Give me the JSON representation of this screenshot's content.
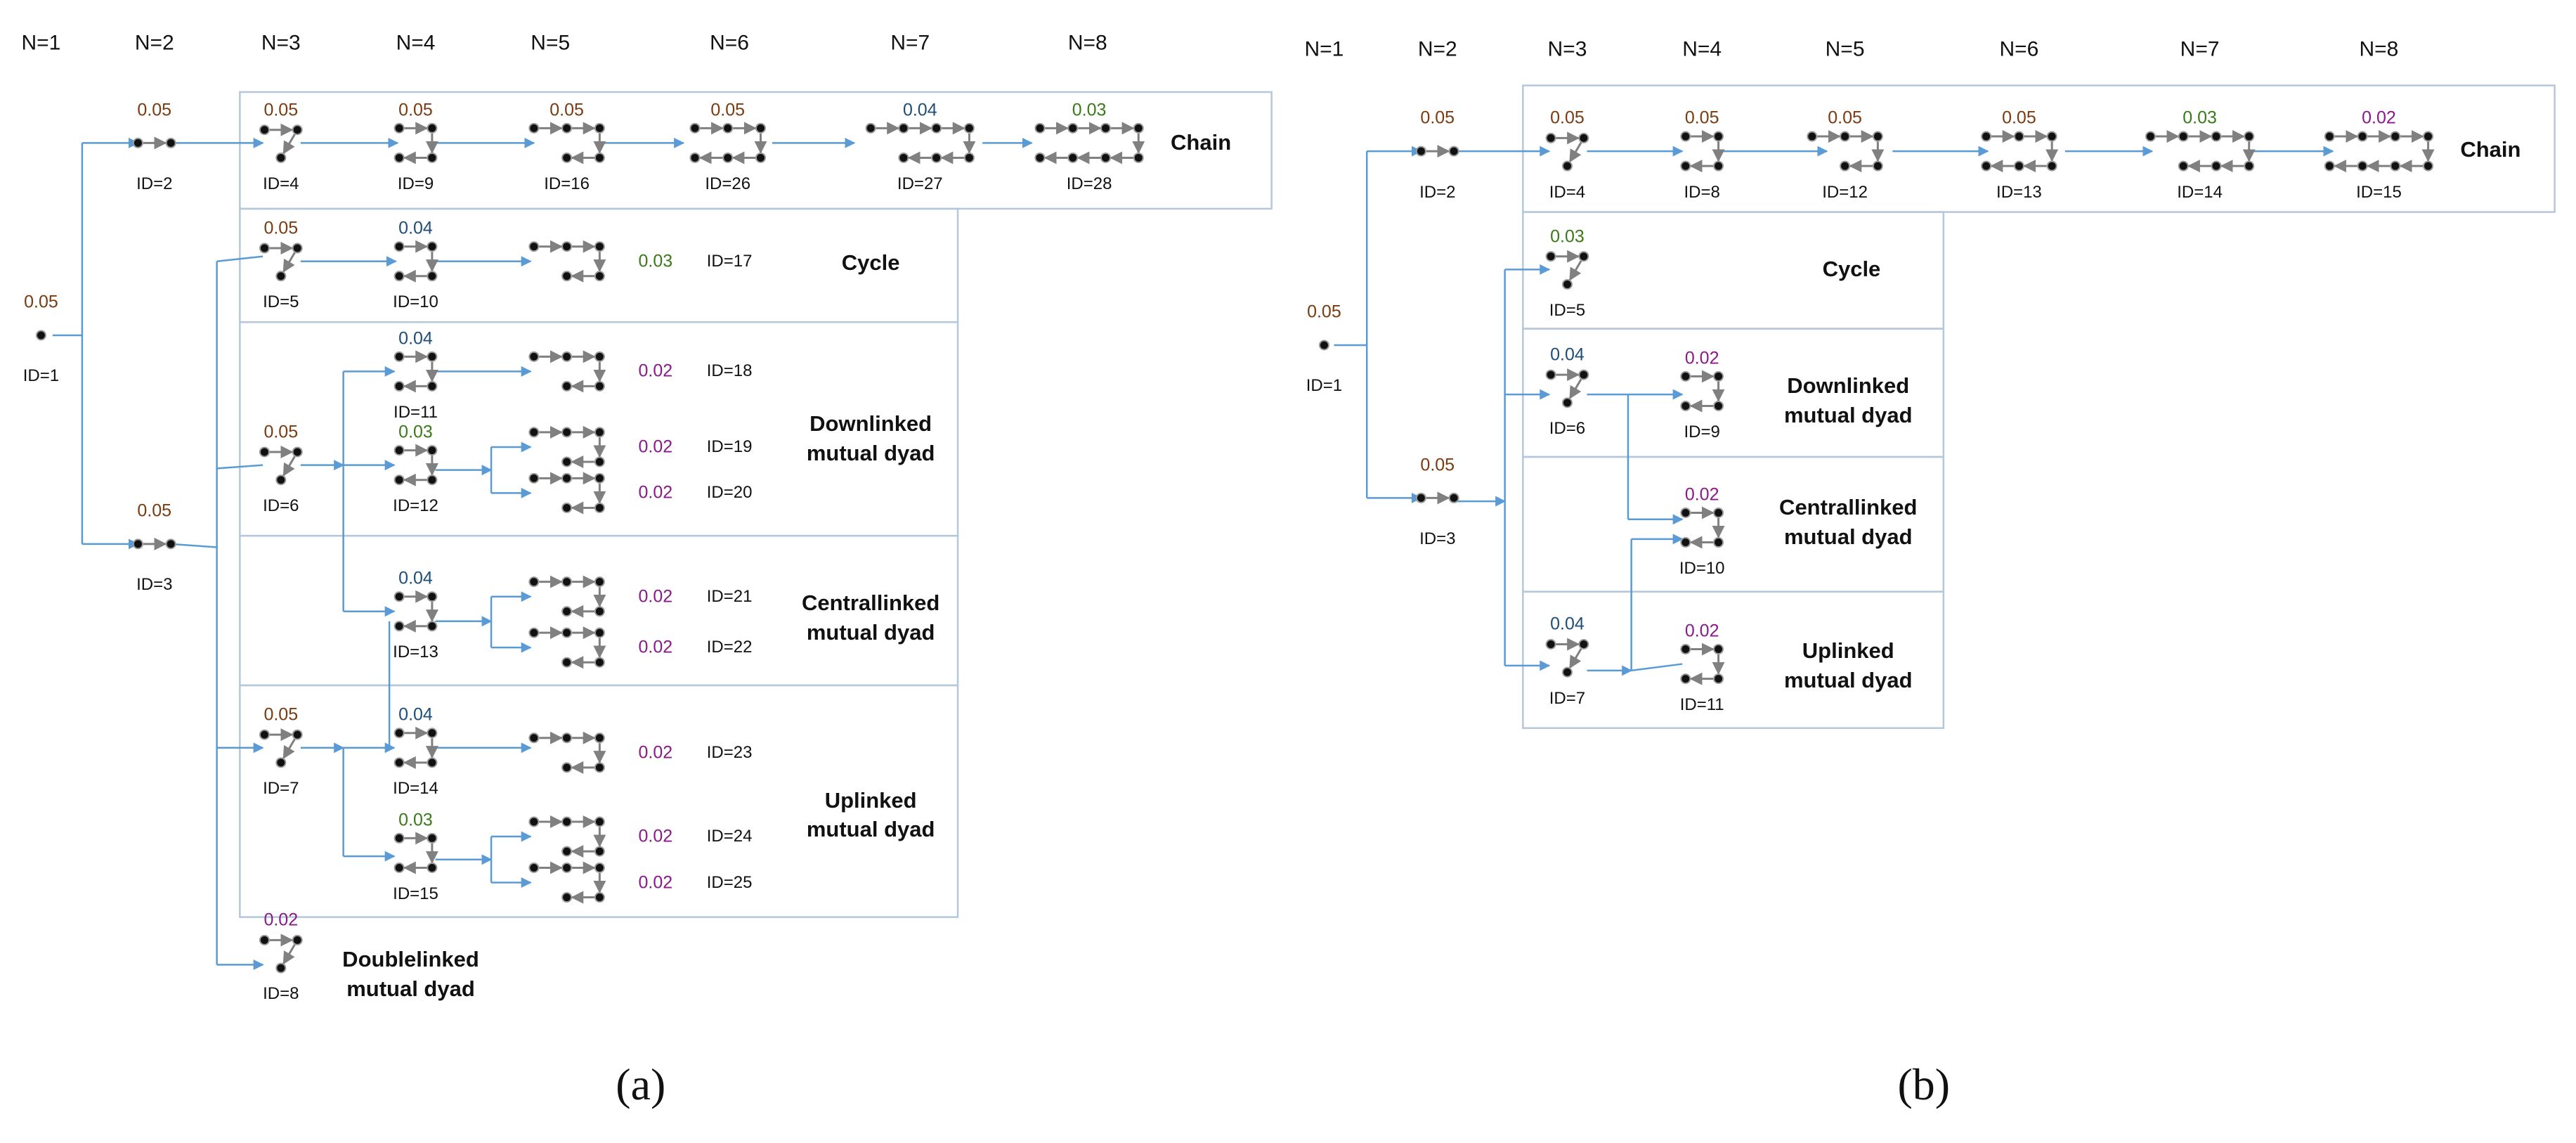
{
  "colors": {
    "v005": "#7a3b10",
    "v004": "#1f4e79",
    "v003": "#3a7a1a",
    "v002": "#8a1a8a",
    "arrow": "#5b9bd5",
    "box": "#b4c7dc",
    "edge": "#808080",
    "node": "#111111"
  },
  "panels": [
    {
      "key": "a",
      "sublabel": "(a)",
      "headers": [
        "N=1",
        "N=2",
        "N=3",
        "N=4",
        "N=5",
        "N=6",
        "N=7",
        "N=8"
      ],
      "nodes": [
        {
          "id": "ID=1",
          "value": "0.05",
          "color": "v005",
          "dots": 1
        },
        {
          "id": "ID=2",
          "value": "0.05",
          "color": "v005",
          "dots": 2
        },
        {
          "id": "ID=3",
          "value": "0.05",
          "color": "v005",
          "dots": 2
        },
        {
          "id": "ID=4",
          "value": "0.05",
          "color": "v005",
          "dots": 3
        },
        {
          "id": "ID=9",
          "value": "0.05",
          "color": "v005",
          "dots": 4
        },
        {
          "id": "ID=16",
          "value": "0.05",
          "color": "v005",
          "dots": 5
        },
        {
          "id": "ID=26",
          "value": "0.05",
          "color": "v005",
          "dots": 6
        },
        {
          "id": "ID=27",
          "value": "0.04",
          "color": "v004",
          "dots": 7
        },
        {
          "id": "ID=28",
          "value": "0.03",
          "color": "v003",
          "dots": 8
        },
        {
          "id": "ID=5",
          "value": "0.05",
          "color": "v005",
          "dots": 3
        },
        {
          "id": "ID=10",
          "value": "0.04",
          "color": "v004",
          "dots": 4
        },
        {
          "id": "ID=17",
          "value": "0.03",
          "color": "v003",
          "dots": 5
        },
        {
          "id": "ID=6",
          "value": "0.05",
          "color": "v005",
          "dots": 3
        },
        {
          "id": "ID=11",
          "value": "0.04",
          "color": "v004",
          "dots": 4
        },
        {
          "id": "ID=18",
          "value": "0.02",
          "color": "v002",
          "dots": 5
        },
        {
          "id": "ID=12",
          "value": "0.03",
          "color": "v003",
          "dots": 4
        },
        {
          "id": "ID=19",
          "value": "0.02",
          "color": "v002",
          "dots": 5
        },
        {
          "id": "ID=20",
          "value": "0.02",
          "color": "v002",
          "dots": 5
        },
        {
          "id": "ID=13",
          "value": "0.04",
          "color": "v004",
          "dots": 4
        },
        {
          "id": "ID=21",
          "value": "0.02",
          "color": "v002",
          "dots": 5
        },
        {
          "id": "ID=22",
          "value": "0.02",
          "color": "v002",
          "dots": 5
        },
        {
          "id": "ID=7",
          "value": "0.05",
          "color": "v005",
          "dots": 3
        },
        {
          "id": "ID=14",
          "value": "0.04",
          "color": "v004",
          "dots": 4
        },
        {
          "id": "ID=23",
          "value": "0.02",
          "color": "v002",
          "dots": 5
        },
        {
          "id": "ID=15",
          "value": "0.03",
          "color": "v003",
          "dots": 4
        },
        {
          "id": "ID=24",
          "value": "0.02",
          "color": "v002",
          "dots": 5
        },
        {
          "id": "ID=25",
          "value": "0.02",
          "color": "v002",
          "dots": 5
        },
        {
          "id": "ID=8",
          "value": "0.02",
          "color": "v002",
          "dots": 3
        }
      ],
      "groups": [
        "Chain",
        "Cycle",
        "Downlinked\nmutual dyad",
        "Centrallinked\nmutual dyad",
        "Uplinked\nmutual dyad",
        "Doublelinked\nmutual dyad"
      ]
    },
    {
      "key": "b",
      "sublabel": "(b)",
      "headers": [
        "N=1",
        "N=2",
        "N=3",
        "N=4",
        "N=5",
        "N=6",
        "N=7",
        "N=8"
      ],
      "nodes": [
        {
          "id": "ID=1",
          "value": "0.05",
          "color": "v005",
          "dots": 1
        },
        {
          "id": "ID=2",
          "value": "0.05",
          "color": "v005",
          "dots": 2
        },
        {
          "id": "ID=3",
          "value": "0.05",
          "color": "v005",
          "dots": 2
        },
        {
          "id": "ID=4",
          "value": "0.05",
          "color": "v005",
          "dots": 3
        },
        {
          "id": "ID=8",
          "value": "0.05",
          "color": "v005",
          "dots": 4
        },
        {
          "id": "ID=12",
          "value": "0.05",
          "color": "v005",
          "dots": 5
        },
        {
          "id": "ID=13",
          "value": "0.05",
          "color": "v005",
          "dots": 6
        },
        {
          "id": "ID=14",
          "value": "0.03",
          "color": "v003",
          "dots": 7
        },
        {
          "id": "ID=15",
          "value": "0.02",
          "color": "v002",
          "dots": 8
        },
        {
          "id": "ID=5",
          "value": "0.03",
          "color": "v003",
          "dots": 3
        },
        {
          "id": "ID=6",
          "value": "0.04",
          "color": "v004",
          "dots": 3
        },
        {
          "id": "ID=9",
          "value": "0.02",
          "color": "v002",
          "dots": 4
        },
        {
          "id": "ID=10",
          "value": "0.02",
          "color": "v002",
          "dots": 4
        },
        {
          "id": "ID=7",
          "value": "0.04",
          "color": "v004",
          "dots": 3
        },
        {
          "id": "ID=11",
          "value": "0.02",
          "color": "v002",
          "dots": 4
        }
      ],
      "groups": [
        "Chain",
        "Cycle",
        "Downlinked\nmutual dyad",
        "Centrallinked\nmutual dyad",
        "Uplinked\nmutual dyad"
      ]
    }
  ]
}
